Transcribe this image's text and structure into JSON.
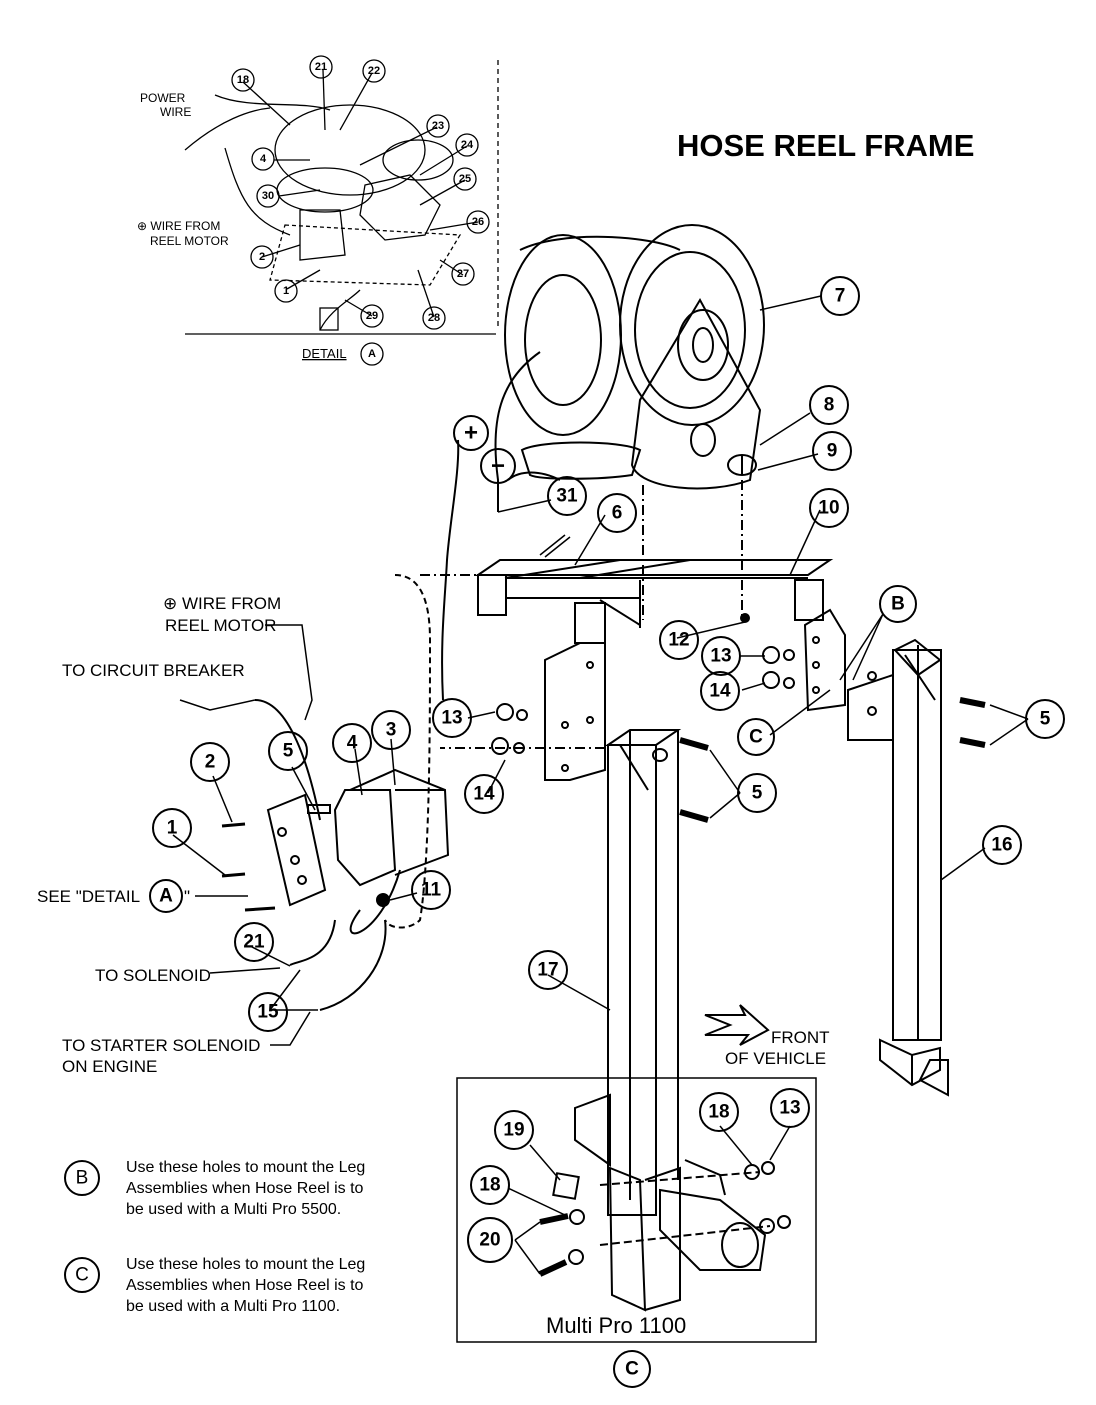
{
  "title": "HOSE REEL FRAME",
  "detail": {
    "label": "DETAIL",
    "letter": "A",
    "power_wire": [
      "POWER",
      "WIRE"
    ],
    "wire_from_motor": [
      "⊕ WIRE FROM",
      "REEL MOTOR"
    ],
    "callouts": [
      "18",
      "21",
      "22",
      "4",
      "23",
      "24",
      "30",
      "25",
      "26",
      "2",
      "27",
      "1",
      "29",
      "28"
    ]
  },
  "labels": {
    "wire_from_motor_1": "⊕ WIRE FROM",
    "wire_from_motor_2": "REEL MOTOR",
    "to_circuit_breaker": "TO CIRCUIT BREAKER",
    "see_detail": "SEE \"DETAIL",
    "see_detail_letter": "A",
    "see_detail_end": "\"",
    "to_solenoid": "TO SOLENOID",
    "to_starter_1": "TO STARTER SOLENOID",
    "to_starter_2": "ON ENGINE",
    "front_1": "FRONT",
    "front_2": "OF VEHICLE",
    "plus": "+",
    "minus": "−",
    "multi_pro": "Multi Pro 1100"
  },
  "notes": [
    {
      "letter": "B",
      "lines": [
        "Use these holes to mount the Leg",
        "Assemblies when Hose Reel is to",
        "be used with a Multi Pro 5500."
      ]
    },
    {
      "letter": "C",
      "lines": [
        "Use these holes to mount the Leg",
        "Assemblies when Hose Reel is to",
        "be used with a Multi Pro 1100."
      ]
    }
  ],
  "callouts": {
    "c7": "7",
    "c8": "8",
    "c9": "9",
    "c10": "10",
    "c6": "6",
    "c31": "31",
    "c12": "12",
    "c13a": "13",
    "c14a": "14",
    "cB": "B",
    "cC": "C",
    "c5a": "5",
    "c13b": "13",
    "c14b": "14",
    "c5b": "5",
    "c16": "16",
    "c2": "2",
    "c5c": "5",
    "c4": "4",
    "c3": "3",
    "c1": "1",
    "c11": "11",
    "c21": "21",
    "c15": "15",
    "c17": "17",
    "c19": "19",
    "c18a": "18",
    "c13c": "13",
    "c18b": "18",
    "c20": "20",
    "cCbottom": "C"
  }
}
